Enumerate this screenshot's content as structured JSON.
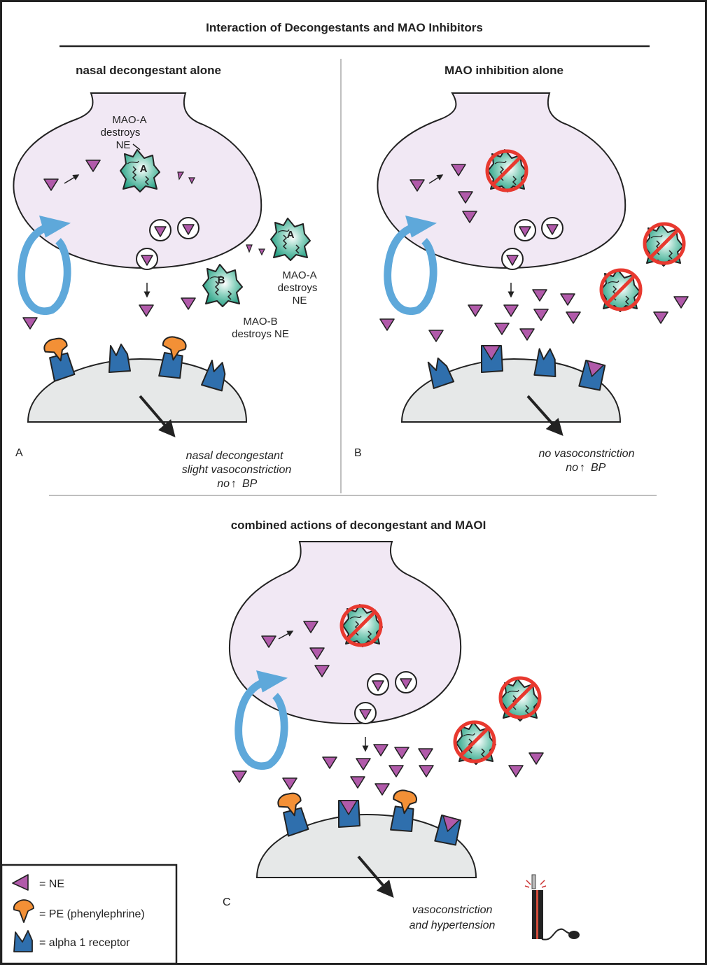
{
  "title": "Interaction of Decongestants and MAO Inhibitors",
  "colors": {
    "neuron": "#f1e8f4",
    "ne": "#b15aaa",
    "pe": "#f39036",
    "receptor": "#2f6fad",
    "recycle": "#5ea8da",
    "mao": "#2aa58a",
    "inhibit": "#e8392f",
    "cell": "#e6e8e8"
  },
  "panels": {
    "a": {
      "heading": "nasal decongestant alone",
      "letter": "A",
      "mao_a_inside": [
        "MAO-A",
        "destroys",
        "NE"
      ],
      "mao_a_outside": [
        "MAO-A",
        "destroys",
        "NE"
      ],
      "mao_b_outside": [
        "MAO-B",
        "destroys NE"
      ],
      "enzyme_a": "A",
      "enzyme_b": "B",
      "outcome": [
        "nasal decongestant",
        "slight vasoconstriction",
        "no",
        "BP"
      ]
    },
    "b": {
      "heading": "MAO inhibition alone",
      "letter": "B",
      "outcome": [
        "no vasoconstriction",
        "no",
        "BP"
      ]
    },
    "c": {
      "heading": "combined actions of decongestant and MAOI",
      "letter": "C",
      "outcome": [
        "vasoconstriction",
        "and hypertension"
      ]
    }
  },
  "legend": [
    {
      "icon": "ne-triangle-icon",
      "label": "= NE"
    },
    {
      "icon": "pe-icon",
      "label": "= PE (phenylephrine)"
    },
    {
      "icon": "alpha1-receptor-icon",
      "label": "= alpha 1 receptor"
    }
  ],
  "arrow_up_glyph": "↑"
}
